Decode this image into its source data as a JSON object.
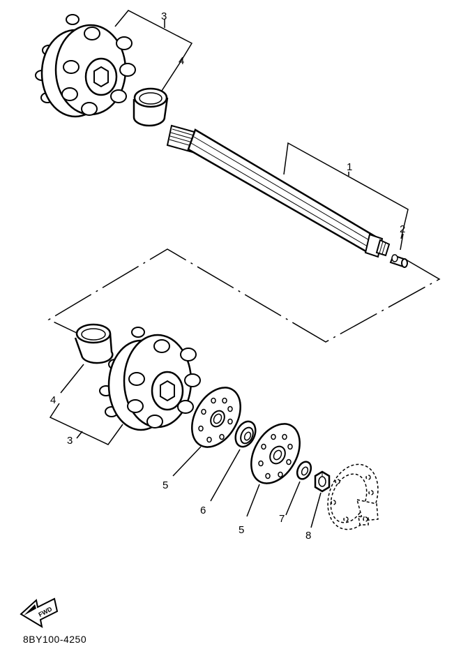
{
  "callouts": {
    "c1": "1",
    "c2": "2",
    "c3_top": "3",
    "c4_top": "4",
    "c4_bottom": "4",
    "c3_bottom": "3",
    "c5_left": "5",
    "c6": "6",
    "c5_right": "5",
    "c7": "7",
    "c8": "8"
  },
  "fwd_label": "FWD",
  "diagram_code": "8BY100-4250"
}
